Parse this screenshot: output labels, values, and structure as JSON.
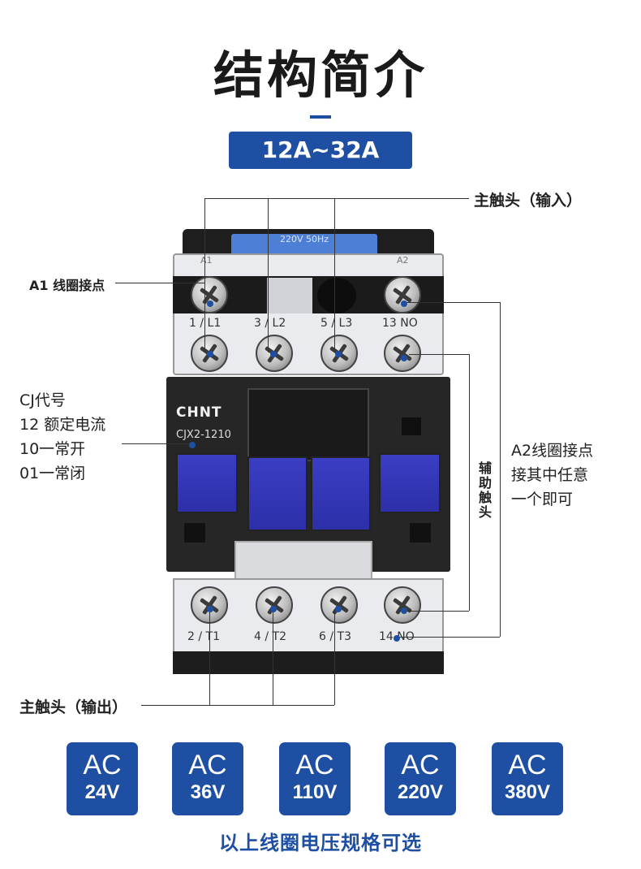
{
  "title": "结构简介",
  "range": "12A~32A",
  "labels": {
    "main_input": "主触头（输入）",
    "a1_coil": "A1 线圈接点",
    "model_code_lines": [
      "CJ代号",
      "12 额定电流",
      "10一常开",
      "01一常闭"
    ],
    "a2_coil_lines": [
      "A2线圈接点",
      "接其中任意",
      "一个即可"
    ],
    "aux_contact_chars": [
      "辅",
      "助",
      "触",
      "头"
    ],
    "main_output": "主触头（输出）"
  },
  "device": {
    "brand": "CHNT",
    "model": "CJX2-1210",
    "nameplate": "220V 50Hz",
    "top_terminals": [
      "A1",
      "A2"
    ],
    "terminal_labels_top": [
      "1 / L1",
      "3 / L2",
      "5 / L3",
      "13 NO"
    ],
    "terminal_labels_bottom": [
      "2 / T1",
      "4 / T2",
      "6 / T3",
      "14 NO"
    ]
  },
  "voltages": [
    {
      "ac": "AC",
      "value": "24V"
    },
    {
      "ac": "AC",
      "value": "36V"
    },
    {
      "ac": "AC",
      "value": "110V"
    },
    {
      "ac": "AC",
      "value": "220V"
    },
    {
      "ac": "AC",
      "value": "380V"
    }
  ],
  "footer": "以上线圈电压规格可选",
  "colors": {
    "accent": "#1f4fa3",
    "body_dark": "#2a2a2a",
    "body_light": "#e6e9ee",
    "block_blue": "#3b3ec4"
  }
}
